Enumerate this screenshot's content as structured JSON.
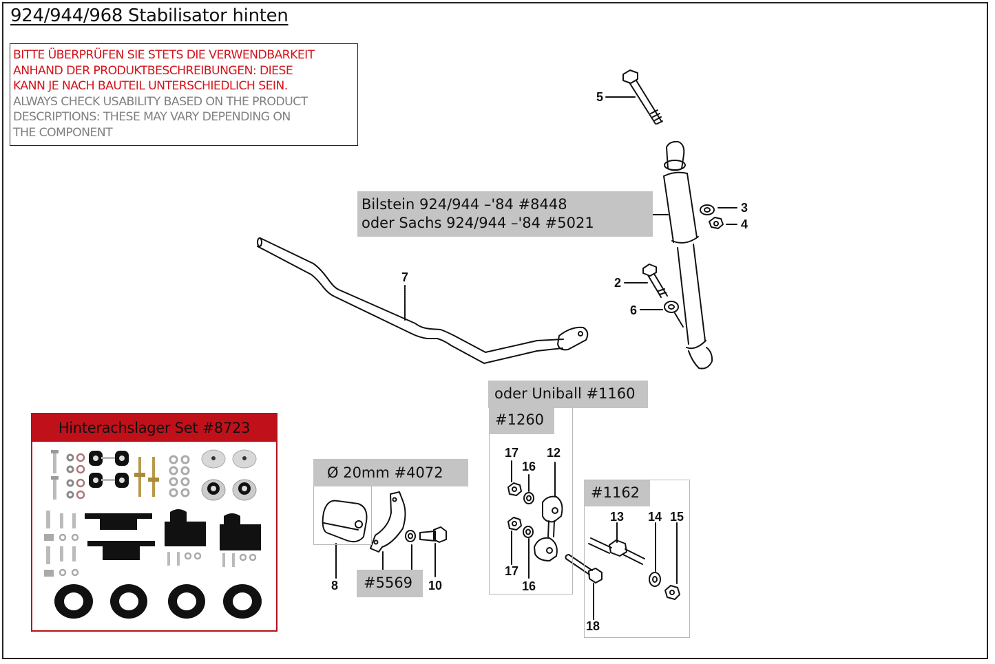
{
  "page": {
    "title": "924/944/968 Stabilisator hinten"
  },
  "notice": {
    "german": [
      "BITTE ÜBERPRÜFEN SIE STETS DIE VERWENDBARKEIT",
      "ANHAND DER PRODUKTBESCHREIBUNGEN: DIESE",
      "KANN JE NACH BAUTEIL UNTERSCHIEDLICH SEIN."
    ],
    "english": [
      "ALWAYS CHECK USABILITY BASED ON THE PRODUCT",
      "DESCRIPTIONS: THESE MAY VARY DEPENDING ON",
      "THE COMPONENT"
    ],
    "german_color": "#d4141a",
    "english_color": "#808080"
  },
  "shock_label": {
    "line1": "Bilstein 924/944 –'84 #8448",
    "line2": "oder Sachs 924/944 –'84 #5021"
  },
  "bushing_label": "Ø 20mm #4072",
  "clamp_label": "#5569",
  "uniball_label": "oder Uniball #1160",
  "link_label": "#1260",
  "stud_label": "#1162",
  "rear_set": {
    "title": "Hinterachslager Set #8723",
    "accent_color": "#c0111a"
  },
  "part_numbers": {
    "p2": "2",
    "p3": "3",
    "p4": "4",
    "p5": "5",
    "p6": "6",
    "p7": "7",
    "p8": "8",
    "p10": "10",
    "p12": "12",
    "p13": "13",
    "p14": "14",
    "p15": "15",
    "p16a": "16",
    "p16b": "16",
    "p17a": "17",
    "p17b": "17",
    "p18": "18"
  }
}
